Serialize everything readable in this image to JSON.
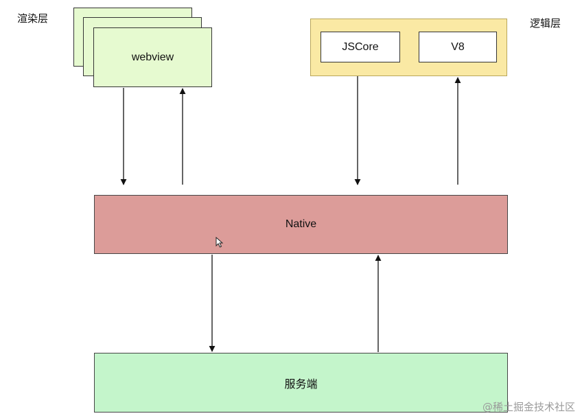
{
  "labels": {
    "render_layer": "渲染层",
    "logic_layer": "逻辑层"
  },
  "boxes": {
    "webview": "webview",
    "jscore": "JSCore",
    "v8": "V8",
    "native": "Native",
    "server": "服务端"
  },
  "watermark": "@稀土掘金技术社区",
  "colors": {
    "webview_fill": "#e6fad0",
    "logic_fill": "#fae9a4",
    "native_fill": "#dc9c99",
    "server_fill": "#c4f5cb"
  }
}
